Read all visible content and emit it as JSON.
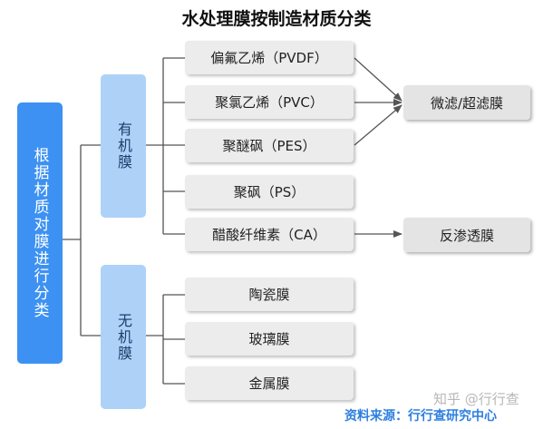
{
  "title": "水处理膜按制造材质分类",
  "root": "根据材质对膜进行分类",
  "categories": [
    {
      "label": "有机膜",
      "items": [
        "偏氟乙烯（PVDF）",
        "聚氯乙烯（PVC）",
        "聚醚砜（PES）",
        "聚砜（PS）",
        "醋酸纤维素（CA）"
      ]
    },
    {
      "label": "无机膜",
      "items": [
        "陶瓷膜",
        "玻璃膜",
        "金属膜"
      ]
    }
  ],
  "results": [
    "微滤/超滤膜",
    "反渗透膜"
  ],
  "source": "资料来源：行行查研究中心",
  "watermark": "知乎 @行行查",
  "colors": {
    "root": "#3d91f2",
    "category": "#aed1f8",
    "item": "#ececec",
    "line": "#555555",
    "source": "#2d7fe0"
  }
}
